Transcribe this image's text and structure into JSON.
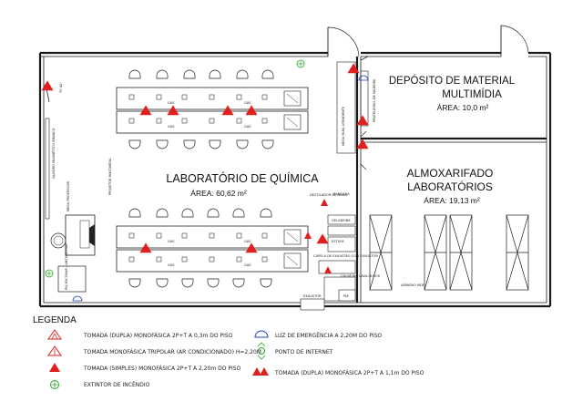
{
  "rooms": {
    "lab_name": "LABORATÓRIO DE QUÍMICA",
    "lab_area": "ÁREA: 60,62 m²",
    "deposit_name_1": "DEPÓSITO DE MATERIAL",
    "deposit_name_2": "MULTIMÍDIA",
    "deposit_area": "ÁREA: 10,0 m²",
    "store_name_1": "ALMOXARIFADO",
    "store_name_2": "LABORATÓRIOS",
    "store_area": "ÁREA: 19,13 m²"
  },
  "furniture_labels": {
    "gas_1": "GÁS",
    "gas_2": "GÁS",
    "gas_3": "GÁS",
    "gas_4": "GÁS",
    "gas_5": "GÁS",
    "gas_6": "GÁS",
    "gas_7": "GÁS",
    "gas_8": "GÁS",
    "projector": "PROJETOR MULTIMÍDIA",
    "board": "QUADRO MAGNÉTICO BRANCO",
    "teacher_desk": "MESA PROFESSOR",
    "washbasin": "PIA ESCOVAR / ANTISSEPSIA",
    "distiller": "DESTILADOR DE ÁGUA",
    "bench": "BANCADA",
    "fridge": "GELADEIRA",
    "stove": "ESTUFA",
    "hood": "CAPELA DE EXAUSTÃO COM EXAUSTOR",
    "shower": "CHUVEIRO LAVA-OLHOS",
    "exhaust": "EXAUSTOR",
    "sink": "PIA",
    "cabinet": "ARMÁRIO MDF",
    "shelves": "PRATELEIRAS DE MADEIRA",
    "support_desk": "MESA PARA ATENDENTE",
    "tv": "TV 42\""
  },
  "legend": {
    "title": "LEGENDA",
    "items": [
      "TOMADA (DUPLA) MONOFÁSICA 2P+T A 0,3m DO PISO",
      "TOMADA MONOFÁSICA TRIPOLAR (AR CONDICIONADO) H=2,20M",
      "TOMADA (SIMPLES) MONOFÁSICA 2P+T A 2,20m DO PISO",
      "EXTINTOR DE INCÊNDIO",
      "LUZ DE EMERGÊNCIA A 2,20M DO PISO",
      "PONTO DE INTERNET",
      "TOMADA (DUPLA) MONOFÁSICA 2P+T A 1,1m DO PISO"
    ]
  },
  "colors": {
    "wall": "#1a1a1a",
    "outlet": "#e0201e",
    "emergency_light": "#1f3fbf",
    "internet": "#2aa52a",
    "extinguisher": "#2aa52a"
  },
  "icons": {
    "double_outlet_low": "double-triangle-outlet-icon",
    "tripolar_outlet": "tripolar-outlet-icon",
    "single_outlet": "single-triangle-outlet-icon",
    "extinguisher": "extinguisher-icon",
    "emergency_light": "emergency-light-icon",
    "internet": "internet-point-icon",
    "double_outlet_mid": "double-outlet-mid-icon"
  }
}
